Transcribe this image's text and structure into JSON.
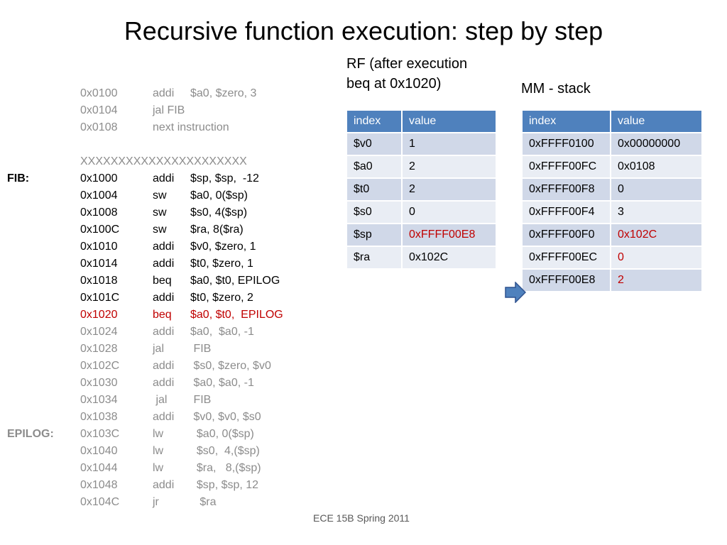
{
  "title": "Recursive function execution: step by step",
  "footer": "ECE 15B Spring 2011",
  "code": [
    {
      "label": "",
      "addr": "0x0100",
      "op": "addi",
      "args": "$a0, $zero, 3",
      "style": "gray"
    },
    {
      "label": "",
      "addr": "0x0104",
      "op": "jal FIB",
      "args": "",
      "style": "gray"
    },
    {
      "label": "",
      "addr": "0x0108",
      "op": "next instruction",
      "args": "",
      "style": "gray"
    },
    {
      "label": "",
      "addr": "",
      "op": "",
      "args": "",
      "style": "gray"
    },
    {
      "label": "",
      "addr": "XXXXXXXXXXXXXXXXXXXXXX",
      "op": "",
      "args": "",
      "style": "gray"
    },
    {
      "label": "FIB:",
      "addr": "0x1000",
      "op": "addi",
      "args": "$sp, $sp,  -12",
      "style": "black"
    },
    {
      "label": "",
      "addr": "0x1004",
      "op": "sw",
      "args": "$a0, 0($sp)",
      "style": "black"
    },
    {
      "label": "",
      "addr": "0x1008",
      "op": "sw",
      "args": "$s0, 4($sp)",
      "style": "black"
    },
    {
      "label": "",
      "addr": "0x100C",
      "op": "sw",
      "args": "$ra, 8($ra)",
      "style": "black"
    },
    {
      "label": "",
      "addr": "0x1010",
      "op": "addi",
      "args": "$v0, $zero, 1",
      "style": "black"
    },
    {
      "label": "",
      "addr": "0x1014",
      "op": "addi",
      "args": "$t0, $zero, 1",
      "style": "black"
    },
    {
      "label": "",
      "addr": "0x1018",
      "op": "beq",
      "args": "$a0, $t0, EPILOG",
      "style": "black"
    },
    {
      "label": "",
      "addr": "0x101C",
      "op": "addi",
      "args": "$t0, $zero, 2",
      "style": "black"
    },
    {
      "label": "",
      "addr": "0x1020",
      "op": "beq",
      "args": "$a0, $t0,  EPILOG",
      "style": "red"
    },
    {
      "label": "",
      "addr": "0x1024",
      "op": "addi",
      "args": "$a0,  $a0, -1",
      "style": "gray"
    },
    {
      "label": "",
      "addr": "0x1028",
      "op": "jal",
      "args": " FIB",
      "style": "gray"
    },
    {
      "label": "",
      "addr": "0x102C",
      "op": "addi",
      "args": " $s0, $zero, $v0",
      "style": "gray"
    },
    {
      "label": "",
      "addr": "0x1030",
      "op": "addi",
      "args": " $a0, $a0, -1",
      "style": "gray"
    },
    {
      "label": "",
      "addr": "0x1034",
      "op": " jal",
      "args": " FIB",
      "style": "gray"
    },
    {
      "label": "",
      "addr": "0x1038",
      "op": "addi",
      "args": " $v0, $v0, $s0",
      "style": "gray"
    },
    {
      "label": "EPILOG:",
      "addr": "0x103C",
      "op": "lw",
      "args": "  $a0, 0($sp)",
      "style": "gray"
    },
    {
      "label": "",
      "addr": "0x1040",
      "op": "lw",
      "args": "  $s0,  4,($sp)",
      "style": "gray"
    },
    {
      "label": "",
      "addr": "0x1044",
      "op": "lw",
      "args": "  $ra,   8,($sp)",
      "style": "gray"
    },
    {
      "label": "",
      "addr": "0x1048",
      "op": "addi",
      "args": "  $sp, $sp, 12",
      "style": "gray"
    },
    {
      "label": "",
      "addr": "0x104C",
      "op": "jr",
      "args": "   $ra",
      "style": "gray"
    }
  ],
  "rf": {
    "heading_line1": "RF (after execution",
    "heading_line2": "beq at 0x1020)",
    "col_index": "index",
    "col_value": "value",
    "rows": [
      {
        "index": "$v0",
        "value": "1",
        "highlight": false
      },
      {
        "index": "$a0",
        "value": "2",
        "highlight": false
      },
      {
        "index": "$t0",
        "value": "2",
        "highlight": false
      },
      {
        "index": "$s0",
        "value": "0",
        "highlight": false
      },
      {
        "index": "$sp",
        "value": "0xFFFF00E8",
        "highlight": true
      },
      {
        "index": "$ra",
        "value": "0x102C",
        "highlight": false
      }
    ]
  },
  "mm": {
    "heading": "MM - stack",
    "col_index": "index",
    "col_value": "value",
    "rows": [
      {
        "index": "0xFFFF0100",
        "value": "0x00000000",
        "highlight": false
      },
      {
        "index": "0xFFFF00FC",
        "value": "0x0108",
        "highlight": false
      },
      {
        "index": "0xFFFF00F8",
        "value": "0",
        "highlight": false
      },
      {
        "index": "0xFFFF00F4",
        "value": "3",
        "highlight": false
      },
      {
        "index": "0xFFFF00F0",
        "value": "0x102C",
        "highlight": true
      },
      {
        "index": "0xFFFF00EC",
        "value": "0",
        "highlight": true
      },
      {
        "index": "0xFFFF00E8",
        "value": "2",
        "highlight": true
      }
    ]
  },
  "colors": {
    "table_header": "#4f81bd",
    "row_odd": "#d0d8e8",
    "row_even": "#e9edf4",
    "highlight": "#c00000",
    "arrow_fill": "#4f81bd"
  },
  "arrow_icon": "stack-pointer-arrow-icon"
}
